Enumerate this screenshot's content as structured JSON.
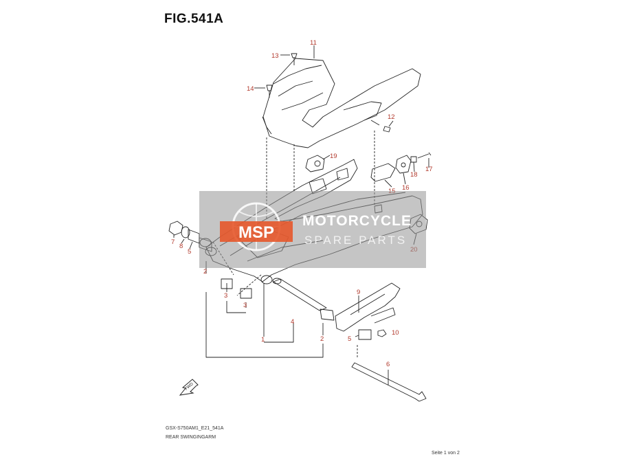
{
  "figure": {
    "title": "FIG.541A",
    "model_code": "GSX-S750AM1_E21_541A",
    "caption": "REAR SWINGINGARM",
    "page": "Seite 1 von 2"
  },
  "watermark": {
    "brand_line1": "MOTORCYCLE",
    "brand_line2": "SPARE PARTS",
    "logo_text": "MSP"
  },
  "fwd_label": "FWD",
  "callouts": {
    "c1": "1",
    "c2a": "2",
    "c2b": "2",
    "c3a": "3",
    "c3b": "3",
    "c4": "4",
    "c5a": "5",
    "c5b": "5",
    "c6": "6",
    "c7": "7",
    "c8": "8",
    "c9": "9",
    "c10": "10",
    "c11": "11",
    "c12": "12",
    "c13": "13",
    "c14": "14",
    "c15": "15",
    "c16": "16",
    "c17": "17",
    "c18": "18",
    "c19": "19",
    "c20": "20"
  },
  "colors": {
    "callout": "#b1382b",
    "line": "#222222",
    "watermark_bg": "#969696",
    "logo_accent": "#e5572a"
  }
}
